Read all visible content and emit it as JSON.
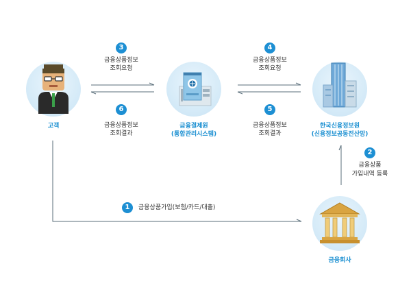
{
  "nodes": {
    "customer": "고객",
    "kftc": [
      "금융결제원",
      "(통합관리시스템)"
    ],
    "kcredit": [
      "한국신용정보원",
      "(신용정보공동전산망)"
    ],
    "fin_company": "금융회사"
  },
  "steps": {
    "s1": {
      "num": "1",
      "text": [
        "금융상품가입(보험/카드/대출)"
      ]
    },
    "s2": {
      "num": "2",
      "text": [
        "금융상품",
        "가입내역 등록"
      ]
    },
    "s3": {
      "num": "3",
      "text": [
        "금융상품정보",
        "조회요청"
      ]
    },
    "s4": {
      "num": "4",
      "text": [
        "금융상품정보",
        "조회요청"
      ]
    },
    "s5": {
      "num": "5",
      "text": [
        "금융상품정보",
        "조회결과"
      ]
    },
    "s6": {
      "num": "6",
      "text": [
        "금융상품정보",
        "조회결과"
      ]
    }
  },
  "colors": {
    "accent": "#1d8fd3",
    "node_text": "#1a8fd1",
    "line": "#5a6e7a"
  }
}
